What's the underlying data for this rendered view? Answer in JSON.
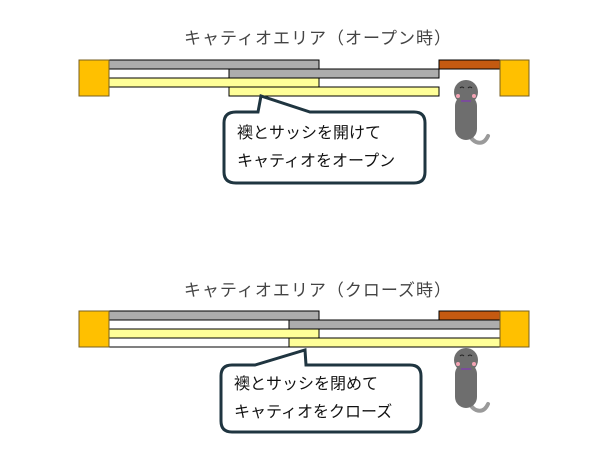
{
  "diagrams": [
    {
      "title": "キャティオエリア（オープン時）",
      "callout": [
        "襖とサッシを開けて",
        "キャティオをオープン"
      ]
    },
    {
      "title": "キャティオエリア（クローズ時）",
      "callout": [
        "襖とサッシを閉めて",
        "キャティオをクローズ"
      ]
    }
  ],
  "colors": {
    "post": "#FFC000",
    "sash": "#ADADAD",
    "fusuma": "#FFFF99",
    "screen": "#C55A11",
    "cat": "#6E6E6E",
    "callout_border": "#1F3540"
  }
}
